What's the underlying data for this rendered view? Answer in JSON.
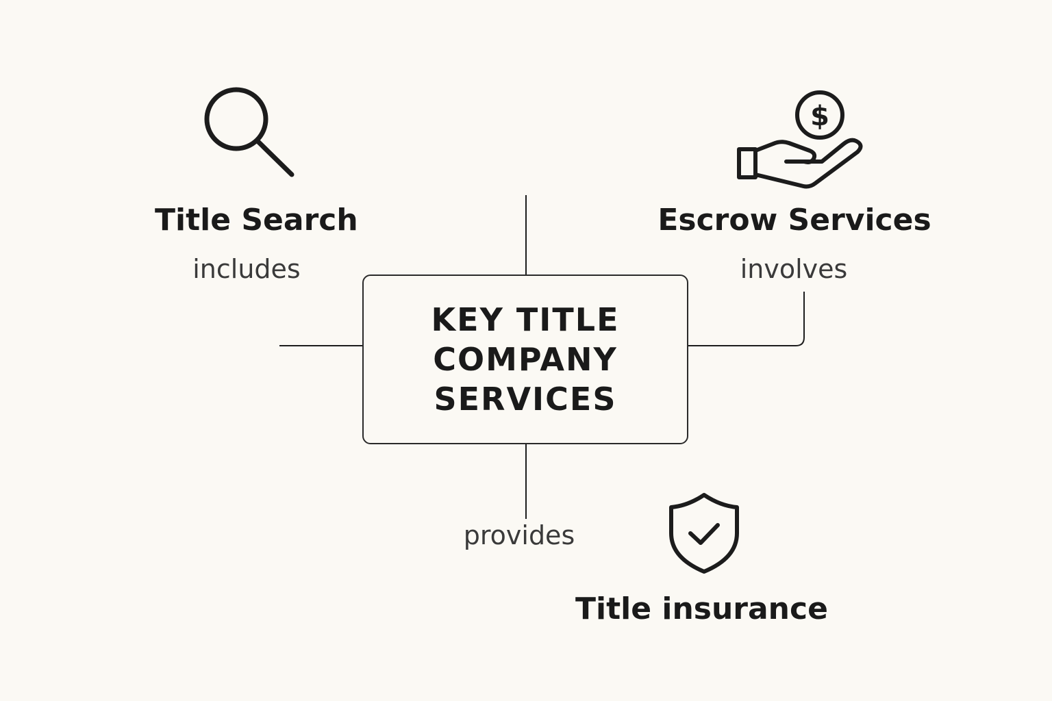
{
  "center": {
    "line1": "KEY TITLE",
    "line2": "COMPANY",
    "line3": "SERVICES"
  },
  "nodes": {
    "title_search": {
      "label": "Title Search",
      "relation": "includes",
      "icon": "magnifying-glass-icon"
    },
    "escrow_services": {
      "label": "Escrow Services",
      "relation": "involves",
      "icon": "hand-with-dollar-coin-icon"
    },
    "title_insurance": {
      "label": "Title insurance",
      "relation": "provides",
      "icon": "shield-check-icon"
    }
  },
  "colors": {
    "background": "#fbf9f4",
    "stroke": "#1c1c1c",
    "text": "#1a1a1a",
    "muted_text": "#3a3a3a"
  }
}
